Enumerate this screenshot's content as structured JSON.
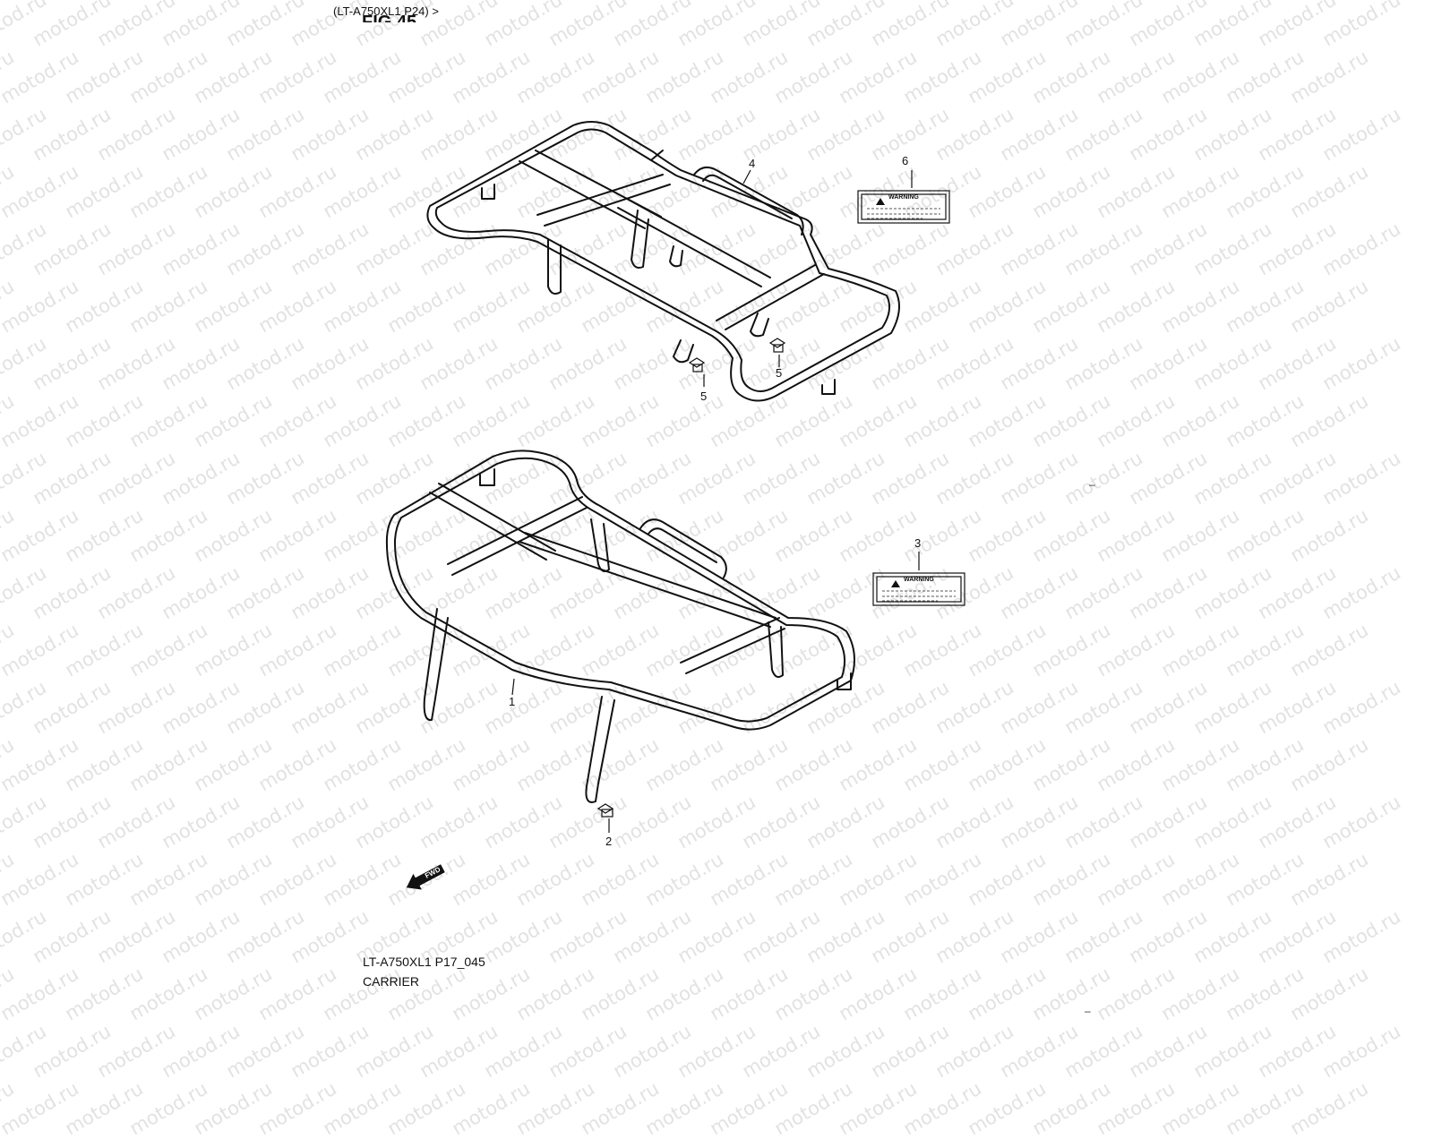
{
  "header": {
    "model_reference": "(LT-A750XL1 P24) >",
    "figure_fragment": "FIG.45"
  },
  "callouts": {
    "part_1": "1",
    "part_2": "2",
    "part_3": "3",
    "part_4": "4",
    "part_5a": "5",
    "part_5b": "5",
    "part_6": "6"
  },
  "labels": {
    "warning_top": "WARNING",
    "warning_bottom": "WARNING",
    "fwd": "FWD"
  },
  "footer": {
    "code": "LT-A750XL1 P17_045",
    "name": "CARRIER"
  },
  "watermark": "motod.ru",
  "marks": {
    "dash_1": "–",
    "dash_2": "–"
  }
}
